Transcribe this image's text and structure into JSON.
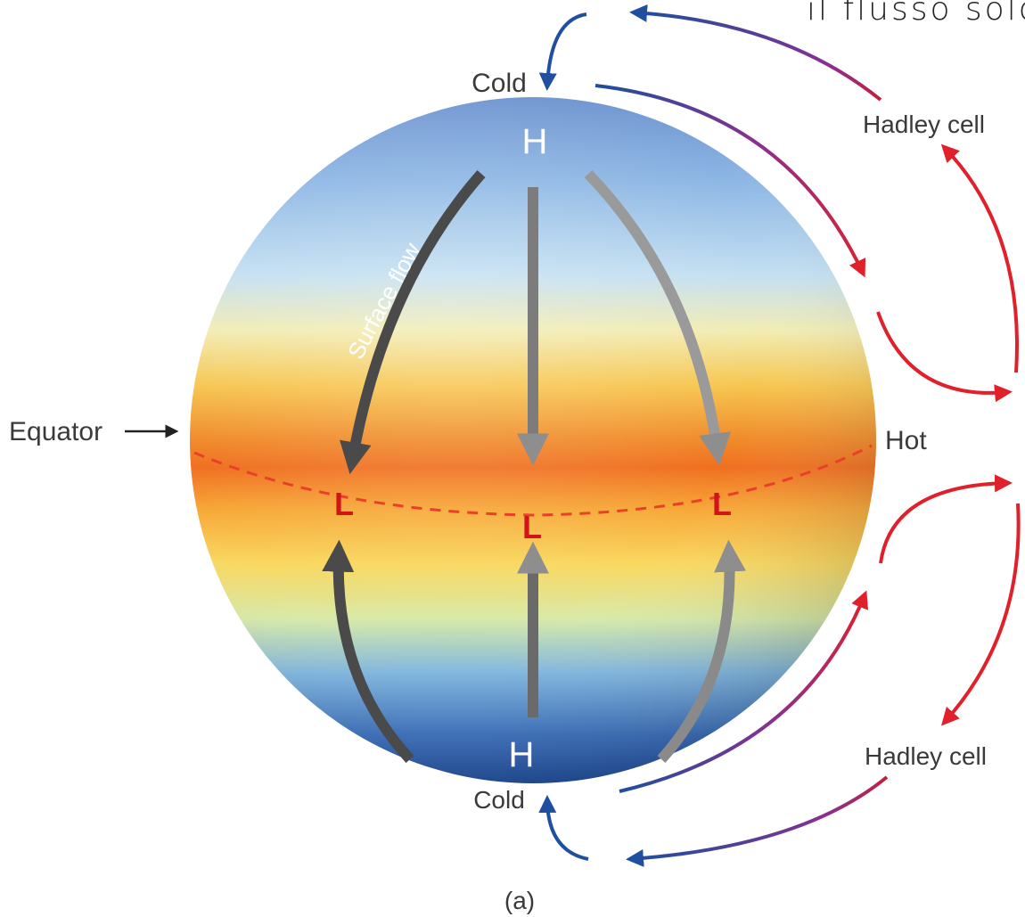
{
  "header_text": "il flusso solo",
  "labels": {
    "cold_top": "Cold",
    "cold_bottom": "Cold",
    "hot": "Hot",
    "equator": "Equator",
    "hadley_top": "Hadley cell",
    "hadley_bottom": "Hadley cell",
    "surface_flow": "Surface flow",
    "caption": "(a)"
  },
  "pressure": {
    "high_top": "H",
    "high_bottom": "H",
    "low_left": "L",
    "low_center": "L",
    "low_right": "L"
  },
  "colors": {
    "cold_blue": "#1f4f9e",
    "hot_red": "#e0202a",
    "transition_purple": "#8b2f8f",
    "flow_dark": "#4a4a4a",
    "flow_light": "#9a9a9a",
    "equator_line": "#e8402a"
  }
}
